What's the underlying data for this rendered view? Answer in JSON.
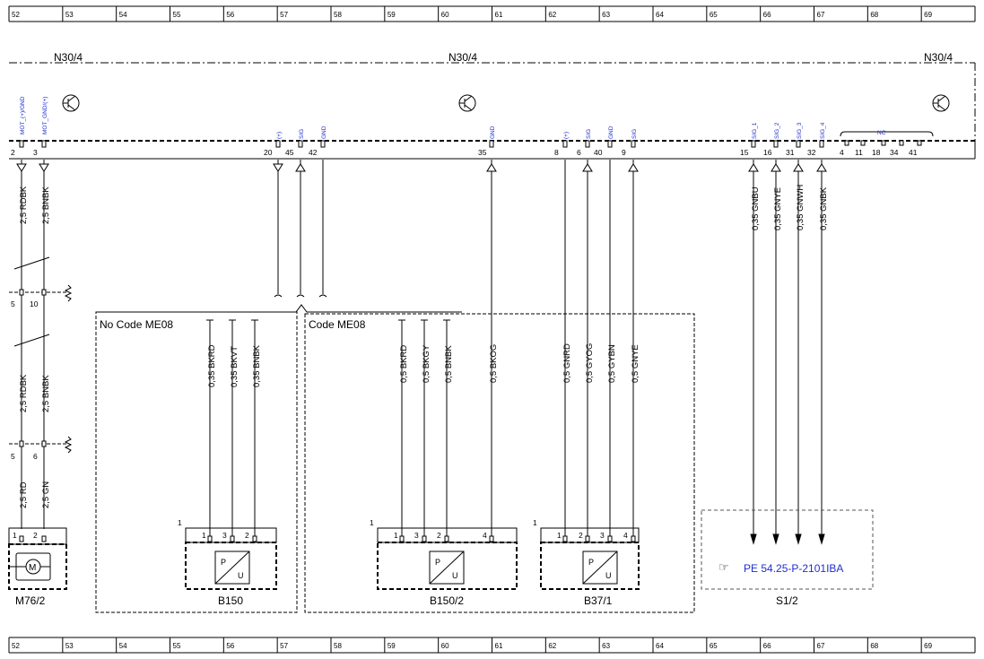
{
  "grid": {
    "numbers": [
      "52",
      "53",
      "54",
      "55",
      "56",
      "57",
      "58",
      "59",
      "60",
      "61",
      "62",
      "63",
      "64",
      "65",
      "66",
      "67",
      "68",
      "69"
    ]
  },
  "control_unit": {
    "label_left": "N30/4",
    "label_center": "N30/4",
    "label_right": "N30/4"
  },
  "pin_signals": {
    "p2": "MOT_(+)/GND",
    "p3": "MOT_GND/(+)",
    "p20": "(+)",
    "p45": "SIG",
    "p42": "GND",
    "p35": "GND",
    "p8": "(+)",
    "p6": "SIG",
    "p40": "GND",
    "p9": "SIG",
    "p15": "SIG_1",
    "p16": "SIG_2",
    "p31": "SIG_3",
    "p32": "SIG_4",
    "nc": "NC"
  },
  "pins": {
    "p2": "2",
    "p3": "3",
    "p20": "20",
    "p45": "45",
    "p42": "42",
    "p35": "35",
    "p8": "8",
    "p6": "6",
    "p40": "40",
    "p9": "9",
    "p15": "15",
    "p16": "16",
    "p31": "31",
    "p32": "32",
    "p4": "4",
    "p11": "11",
    "p18": "18",
    "p34": "34",
    "p41": "41"
  },
  "wires": {
    "w2": "2,5 RDBK",
    "w3": "2,5 BNBK",
    "w2b": "2,5 RDBK",
    "w3b": "2,5 BNBK",
    "w2c": "2,5 RD",
    "w3c": "2,5 GN",
    "w15": "0,35 GNBU",
    "w16": "0,35 GNYE",
    "w31": "0,35 GNWH",
    "w32": "0,35 GNBK",
    "b150_1": "0,35 BKRD",
    "b150_3": "0,35 BKVT",
    "b150_2": "0,35 BNBK",
    "b1502_1": "0,5 BKRD",
    "b1502_3": "0,5 BKGY",
    "b1502_2": "0,5 BNBK",
    "b1502_4": "0,5 BKOG",
    "b371_1": "0,5 GNRD",
    "b371_2": "0,5 GYOG",
    "b371_3": "0,5 GYBN",
    "b371_4": "0,5 GNYE"
  },
  "connectors": {
    "c1_5": "5",
    "c1_10": "10",
    "c2_5": "5",
    "c2_6": "6"
  },
  "regions": {
    "no_code": "No Code ME08",
    "code": "Code ME08"
  },
  "components": {
    "m76": {
      "name": "M76/2",
      "pin1": "1",
      "pin2": "2",
      "symbol": "M"
    },
    "b150": {
      "name": "B150",
      "corner": "1",
      "pin1": "1",
      "pin3": "3",
      "pin2": "2",
      "sym_p": "P",
      "sym_u": "U"
    },
    "b1502": {
      "name": "B150/2",
      "corner": "1",
      "pin1": "1",
      "pin3": "3",
      "pin2": "2",
      "pin4": "4",
      "sym_p": "P",
      "sym_u": "U"
    },
    "b371": {
      "name": "B37/1",
      "corner": "1",
      "pin1": "1",
      "pin2": "2",
      "pin3": "3",
      "pin4": "4",
      "sym_p": "P",
      "sym_u": "U"
    },
    "s12": {
      "name": "S1/2",
      "ref_icon": "pointing-hand-icon",
      "ref_text": "PE 54.25-P-2101IBA"
    }
  }
}
